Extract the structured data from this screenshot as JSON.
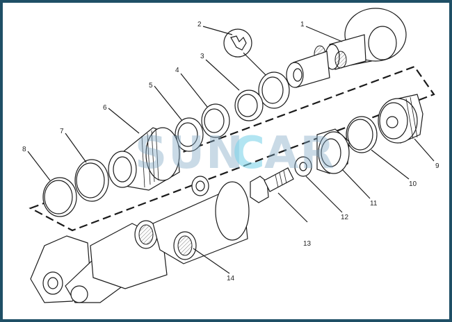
{
  "watermark": {
    "text_a": "SUN",
    "text_b": "C",
    "text_c": "AR"
  },
  "callouts": [
    {
      "id": "1",
      "part": "rod-eye"
    },
    {
      "id": "2",
      "part": "seal-kit-symbol"
    },
    {
      "id": "3",
      "part": "wiper-seal"
    },
    {
      "id": "4",
      "part": "rod-seal"
    },
    {
      "id": "5",
      "part": "buffer-ring"
    },
    {
      "id": "6",
      "part": "gland-head"
    },
    {
      "id": "7",
      "part": "backup-ring"
    },
    {
      "id": "8",
      "part": "o-ring"
    },
    {
      "id": "9",
      "part": "piston"
    },
    {
      "id": "10",
      "part": "wear-ring"
    },
    {
      "id": "11",
      "part": "piston-seal"
    },
    {
      "id": "12",
      "part": "washer"
    },
    {
      "id": "13",
      "part": "bolt"
    },
    {
      "id": "14",
      "part": "cylinder-barrel"
    }
  ],
  "colors": {
    "frame": "#1f4f66",
    "line": "#1a1a1a",
    "watermark": "#7fa7c4"
  }
}
